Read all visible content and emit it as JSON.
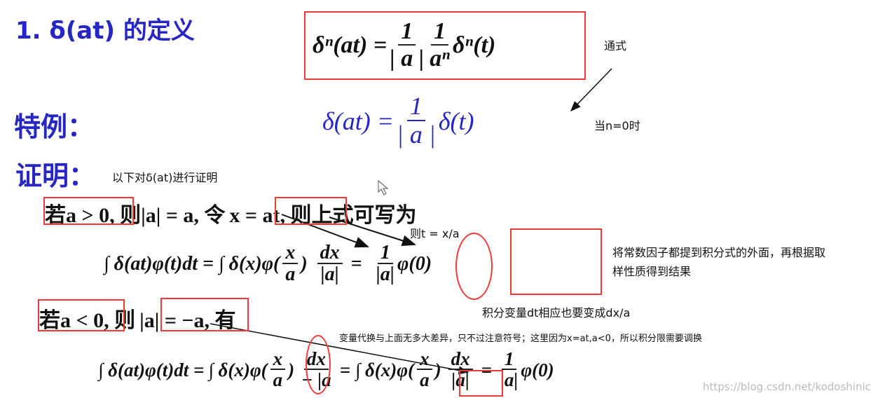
{
  "heading": {
    "title": "1. δ(at) 的定义",
    "special": "特例：",
    "proof": "证明："
  },
  "formulas": {
    "general": {
      "lhs": "δⁿ(at) =",
      "f1_num": "1",
      "f1_den": "| a |",
      "f2_num": "1",
      "f2_den": "aⁿ",
      "rhs": "δⁿ(t)"
    },
    "special": {
      "lhs": "δ(at) =",
      "num": "1",
      "den": "| a |",
      "rhs": "δ(t)"
    },
    "case_pos": {
      "text_a": "若a > 0",
      "text_b": ", 则|a| = a, 令",
      "text_c": "x = at",
      "text_d": ", 则上式可写为"
    },
    "integral_pos": {
      "lhs": "∫ δ(at)φ(t)dt = ∫ δ(x)φ(",
      "x_num": "x",
      "x_den": "a",
      "close": ")",
      "dx_num": "dx",
      "dx_den": "|a|",
      "eq": "=",
      "r_num": "1",
      "r_den": "|a|",
      "r_rhs": "φ(0)"
    },
    "case_neg": {
      "text_a": "若a < 0",
      "text_b": ", 则",
      "text_c": "|a| = −a",
      "text_d": ", 有"
    },
    "integral_neg": {
      "lhs": "∫ δ(at)φ(t)dt =",
      "mid": "∫ δ(x)φ(",
      "x_num": "x",
      "x_den": "a",
      "close": ")",
      "dx_num": "dx",
      "dx_den": "− |a",
      "eq": "= ∫ δ(x)φ(",
      "x2_num": "x",
      "x2_den": "a",
      "close2": ")",
      "dx2_num": "dx",
      "dx2_den": "|a|",
      "eq2": "=",
      "r_num": "1",
      "r_den": "|a|",
      "r_rhs": "φ(0)"
    }
  },
  "annotations": {
    "general_note": "通式",
    "n0_note": "当n=0时",
    "proof_note": "以下对δ(at)进行证明",
    "t_note": "则t = x/a",
    "const_note_1": "将常数因子都提到积分式的外面，再根据取",
    "const_note_2": "样性质得到结果",
    "dt_note": "积分变量dt相应也要变成dx/a",
    "neg_note": "变量代换与上面无多大差异，只不过注意符号；这里因为x=at,a<0，所以积分限需要调换"
  },
  "watermark": "https://blog.csdn.net/kodoshinichi",
  "colors": {
    "slide_text": "#2626c4",
    "annotation_box": "#f03a3a"
  }
}
